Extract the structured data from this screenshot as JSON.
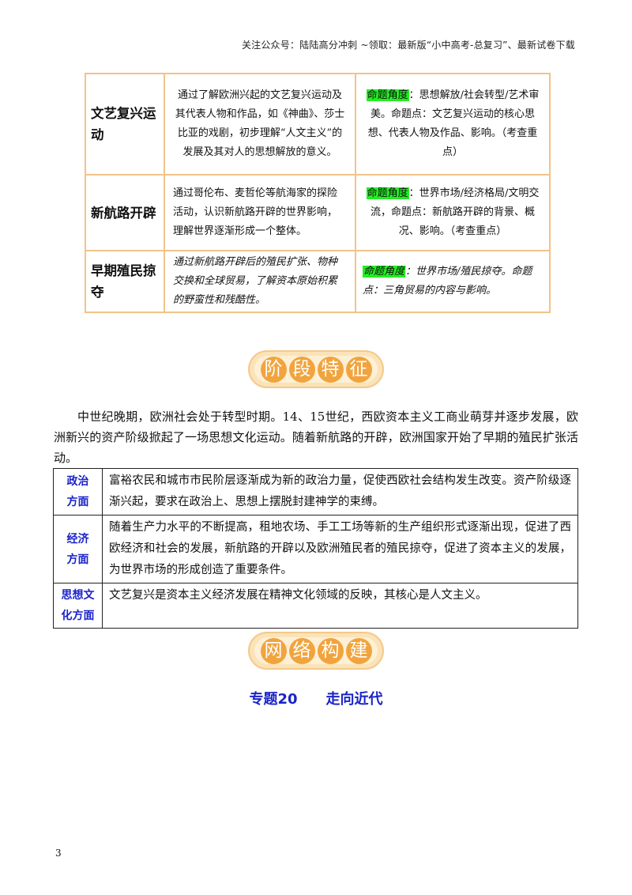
{
  "header_note": "关注公众号：陆陆高分冲刺  ~领取：最新版“小中高考-总复习”、最新试卷下载",
  "topics": [
    {
      "name": "文艺复兴运动",
      "desc": "通过了解欧洲兴起的文艺复兴运动及其代表人物和作品，如《神曲》、莎士比亚的戏剧，初步理解“人文主义”的发展及其对人的思想解放的意义。",
      "angle_label": "命题角度",
      "angle_text": "：思想解放/社会转型/艺术审美。命题点：文艺复兴运动的核心思想、代表人物及作品、影响。（考查重点）"
    },
    {
      "name": "新航路开辟",
      "desc": "通过哥伦布、麦哲伦等航海家的探险活动，认识新航路开辟的世界影响，理解世界逐渐形成一个整体。",
      "angle_label": "命题角度",
      "angle_text": "：世界市场/经济格局/文明交流，命题点：新航路开辟的背景、概况、影响。（考查重点）"
    },
    {
      "name": "早期殖民掠夺",
      "desc": "通过新航路开辟后的殖民扩张、物种交换和全球贸易，了解资本原始积累的野蛮性和残酷性。",
      "angle_label": "命题角度",
      "angle_text": "：世界市场/殖民掠夺。命题点：三角贸易的内容与影响。"
    }
  ],
  "banner1": [
    "阶",
    "段",
    "特",
    "征"
  ],
  "intro": "中世纪晚期，欧洲社会处于转型时期。14、15世纪，西欧资本主义工商业萌芽并逐步发展，欧洲新兴的资产阶级掀起了一场思想文化运动。随着新航路的开辟，欧洲国家开始了早期的殖民扩张活动。",
  "features": [
    {
      "label_line1": "政治",
      "label_line2": "方面",
      "text": "富裕农民和城市市民阶层逐渐成为新的政治力量，促使西欧社会结构发生改变。资产阶级逐渐兴起，要求在政治上、思想上摆脱封建神学的束缚。"
    },
    {
      "label_line1": "经济",
      "label_line2": "方面",
      "text": "随着生产力水平的不断提高，租地农场、手工工场等新的生产组织形式逐渐出现，促进了西欧经济和社会的发展，新航路的开辟以及欧洲殖民者的殖民掠夺，促进了资本主义的发展，为世界市场的形成创造了重要条件。"
    },
    {
      "label_line1": "思想文",
      "label_line2": "化方面",
      "text": "文艺复兴是资本主义经济发展在精神文化领域的反映，其核心是人文主义。"
    }
  ],
  "banner2": [
    "网",
    "络",
    "构",
    "建"
  ],
  "topic_title": {
    "number": "专题20",
    "name": "走向近代"
  },
  "page_number": "3",
  "colors": {
    "table_border": "#f2c38a",
    "highlight": "#22ee22",
    "banner_orange": "#f1a43e",
    "label_blue": "#1a23c8"
  }
}
